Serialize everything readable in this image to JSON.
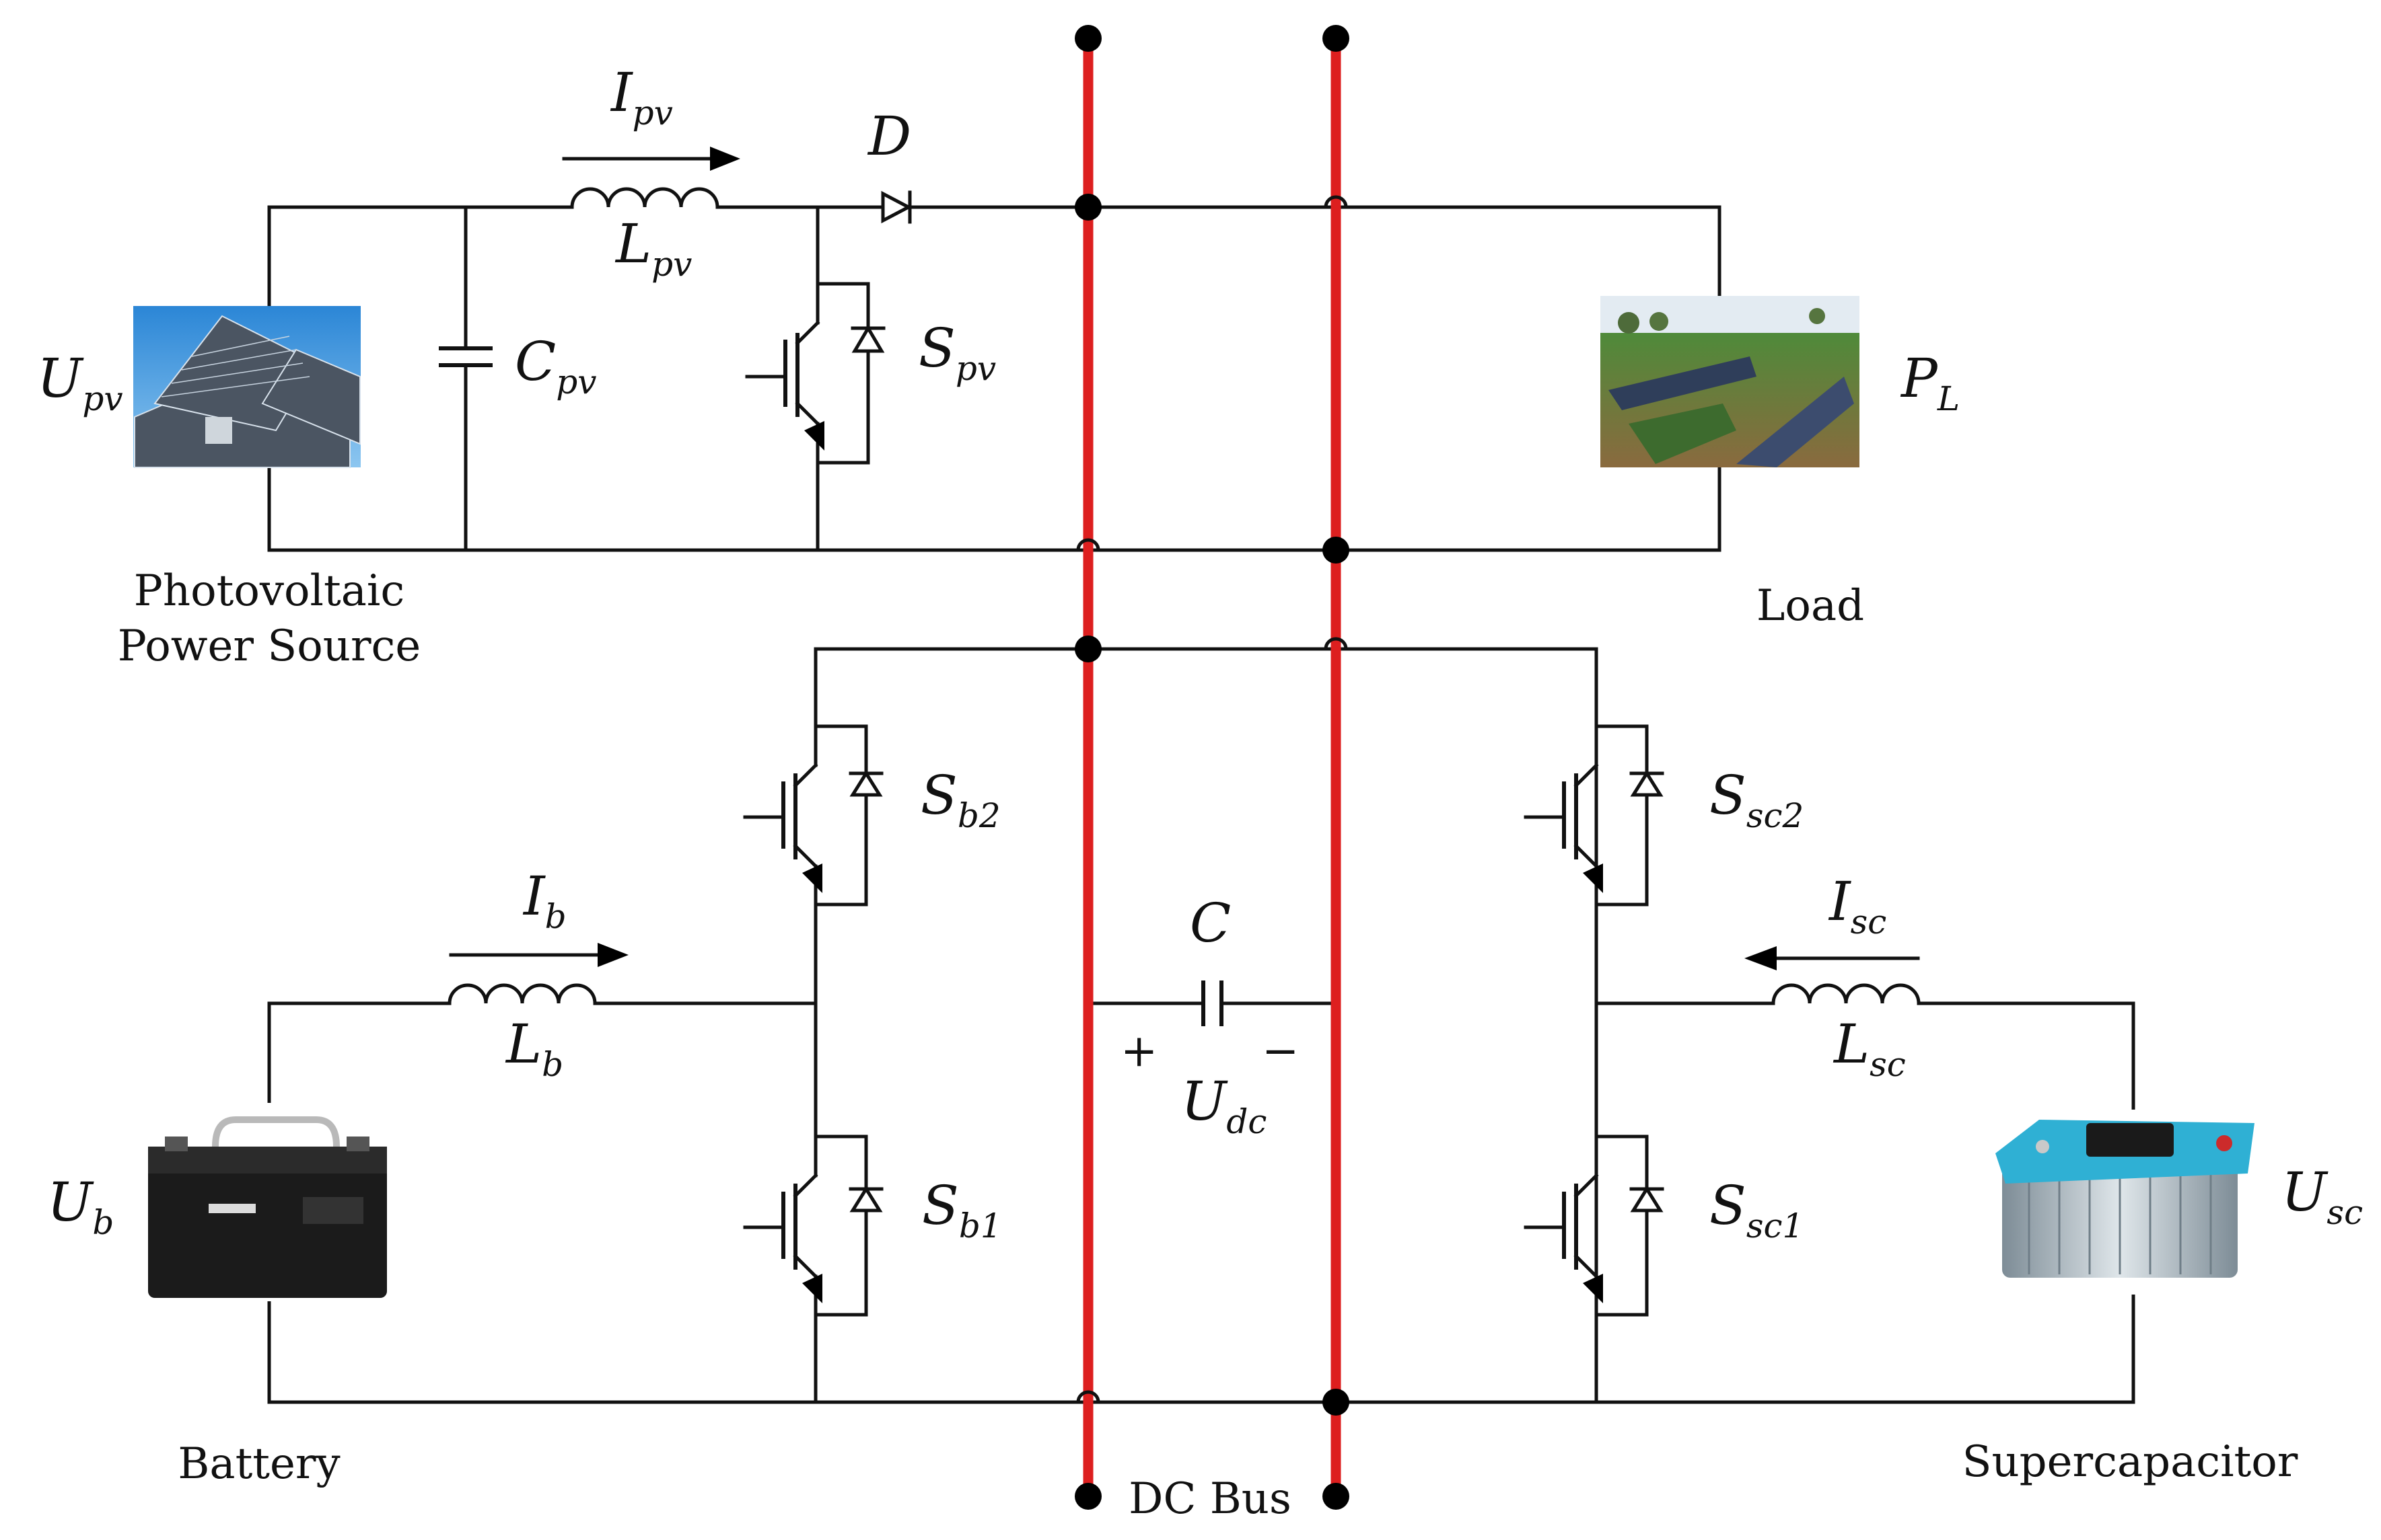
{
  "labels": {
    "i_pv": "I",
    "i_pv_sub": "pv",
    "l_pv": "L",
    "l_pv_sub": "pv",
    "diode": "D",
    "c_pv": "C",
    "c_pv_sub": "pv",
    "s_pv": "S",
    "s_pv_sub": "pv",
    "u_pv": "U",
    "u_pv_sub": "pv",
    "p_l": "P",
    "p_l_sub": "L",
    "s_b2": "S",
    "s_b2_sub": "b2",
    "s_b1": "S",
    "s_b1_sub": "b1",
    "i_b": "I",
    "i_b_sub": "b",
    "l_b": "L",
    "l_b_sub": "b",
    "u_b": "U",
    "u_b_sub": "b",
    "c": "C",
    "plus": "+",
    "minus": "−",
    "u_dc": "U",
    "u_dc_sub": "dc",
    "s_sc2": "S",
    "s_sc2_sub": "sc2",
    "s_sc1": "S",
    "s_sc1_sub": "sc1",
    "i_sc": "I",
    "i_sc_sub": "sc",
    "l_sc": "L",
    "l_sc_sub": "sc",
    "u_sc": "U",
    "u_sc_sub": "sc"
  },
  "captions": {
    "pv_line1": "Photovoltaic",
    "pv_line2": "Power Source",
    "load": "Load",
    "battery": "Battery",
    "supercapacitor": "Supercapacitor",
    "dc_bus": "DC Bus"
  },
  "images": {
    "pv_panel": "solar-panel-photo",
    "load": "solar-farm-field-photo",
    "battery": "lead-acid-battery-photo",
    "supercapacitor": "supercapacitor-module-photo"
  },
  "colors": {
    "bus": "#dd1f1f",
    "wire": "#111111"
  }
}
